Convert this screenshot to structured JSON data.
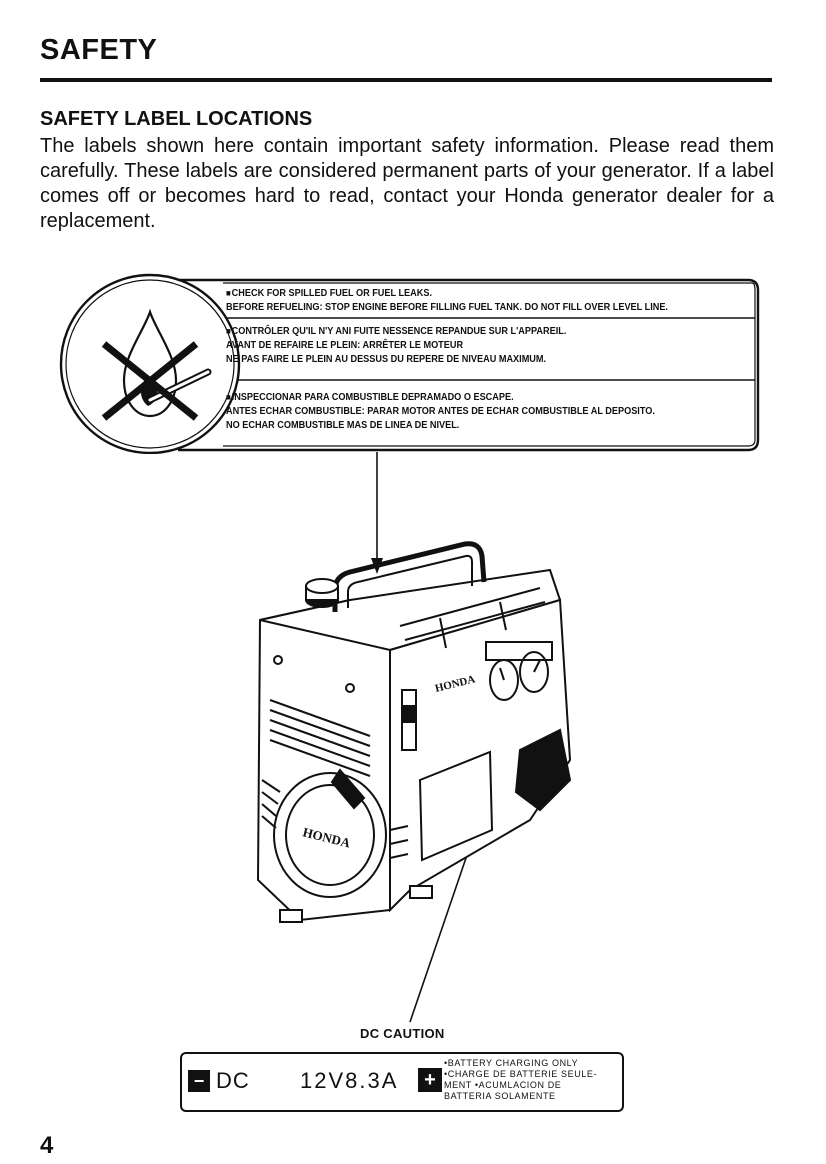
{
  "page": {
    "heading": "SAFETY",
    "section_title": "SAFETY LABEL LOCATIONS",
    "intro": "The labels shown here contain important safety information. Please read them carefully. These labels are considered permanent parts of your generator. If a label comes off or becomes hard to read, contact your Honda generator dealer for a replacement.",
    "page_number": "4"
  },
  "fuel_label": {
    "icon": "no-flame-fuel-icon",
    "english": [
      "CHECK FOR SPILLED FUEL OR FUEL LEAKS.",
      "BEFORE REFUELING: STOP ENGINE BEFORE FILLING FUEL TANK. DO NOT FILL OVER LEVEL LINE."
    ],
    "french": [
      "CONTRÔLER QU'IL N'Y ANI FUITE NESSENCE REPANDUE SUR L'APPAREIL.",
      "AVANT DE REFAIRE LE PLEIN: ARRÊTER LE MOTEUR",
      "NE PAS FAIRE LE PLEIN AU DESSUS DU REPERE DE NIVEAU MAXIMUM."
    ],
    "spanish": [
      "INSPECCIONAR PARA COMBUSTIBLE DEPRAMADO O ESCAPE.",
      "ANTES ECHAR COMBUSTIBLE: PARAR MOTOR ANTES DE ECHAR COMBUSTIBLE AL DEPOSITO.",
      "NO ECHAR COMBUSTIBLE MAS DE LINEA DE NIVEL."
    ]
  },
  "generator": {
    "brand_tank": "HONDA",
    "brand_cover": "HONDA"
  },
  "dc_label": {
    "caption": "DC CAUTION",
    "neg_symbol": "−",
    "dc_text": "DC",
    "rating": "12V8.3A",
    "pos_symbol": "+",
    "notes": [
      "•BATTERY CHARGING ONLY",
      "•CHARGE DE BATTERIE SEULE-",
      "MENT   •ACUMLACION DE",
      "BATTERIA SOLAMENTE"
    ]
  }
}
